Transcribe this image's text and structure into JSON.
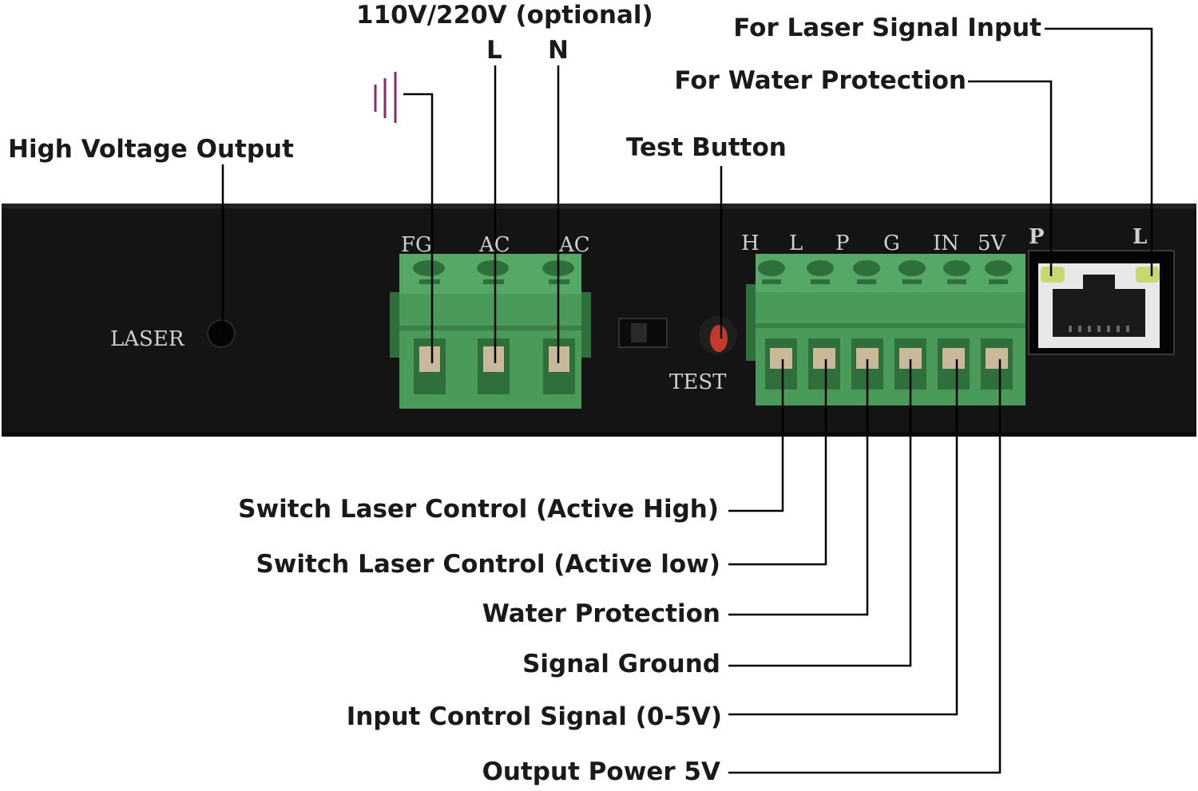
{
  "labels": {
    "supply": "110V/220V (optional)",
    "live": "L",
    "neutral": "N",
    "high_voltage_output": "High Voltage Output",
    "test_button": "Test Button",
    "laser_signal_input": "For Laser Signal Input",
    "water_protection_port": "For Water Protection",
    "active_high": "Switch Laser Control (Active High)",
    "active_low": "Switch Laser Control (Active low)",
    "water_protection": "Water Protection",
    "signal_ground": "Signal Ground",
    "input_control": "Input Control Signal (0-5V)",
    "output_power": "Output Power 5V"
  },
  "panel": {
    "laser": "LASER",
    "test": "TEST",
    "fg": "FG",
    "ac1": "AC",
    "ac2": "AC",
    "h": "H",
    "l": "L",
    "p": "P",
    "g": "G",
    "in": "IN",
    "v5": "5V",
    "port_p": "P",
    "port_l": "L"
  },
  "colors": {
    "panel": "#141414",
    "terminal": "#4a9b5a",
    "terminal_dark": "#2f6f3c",
    "led": "#c8d870",
    "test_button": "#c23a2a",
    "ground_symbol": "#8a2a6a"
  }
}
